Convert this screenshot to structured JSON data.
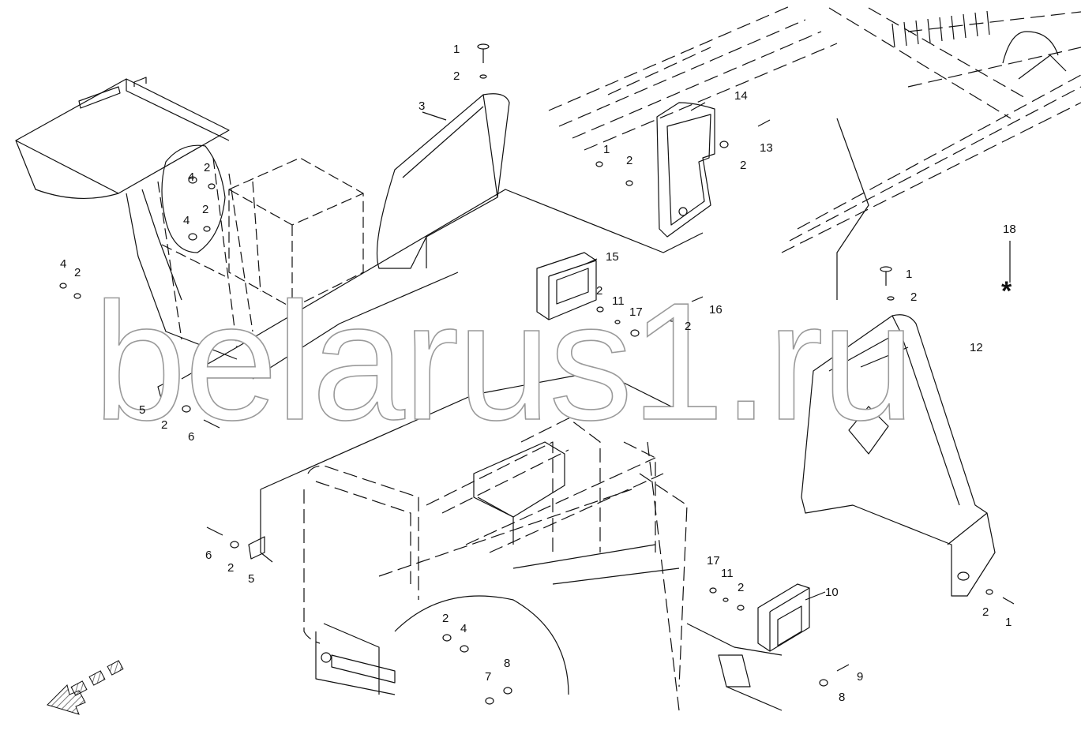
{
  "watermark": "belarus1.ru",
  "star": "*",
  "parts": {
    "p1": "1",
    "p2": "2",
    "p3": "3",
    "p4": "4",
    "p5": "5",
    "p6": "6",
    "p7": "7",
    "p8": "8",
    "p9": "9",
    "p10": "10",
    "p11": "11",
    "p12": "12",
    "p13": "13",
    "p14": "14",
    "p15": "15",
    "p16": "16",
    "p17": "17",
    "p18": "18"
  },
  "icons": {
    "direction": "front-direction-arrow-icon"
  },
  "colors": {
    "line": "#111111",
    "hatch": "#777777",
    "watermark_outline": "#9a9a9a"
  }
}
